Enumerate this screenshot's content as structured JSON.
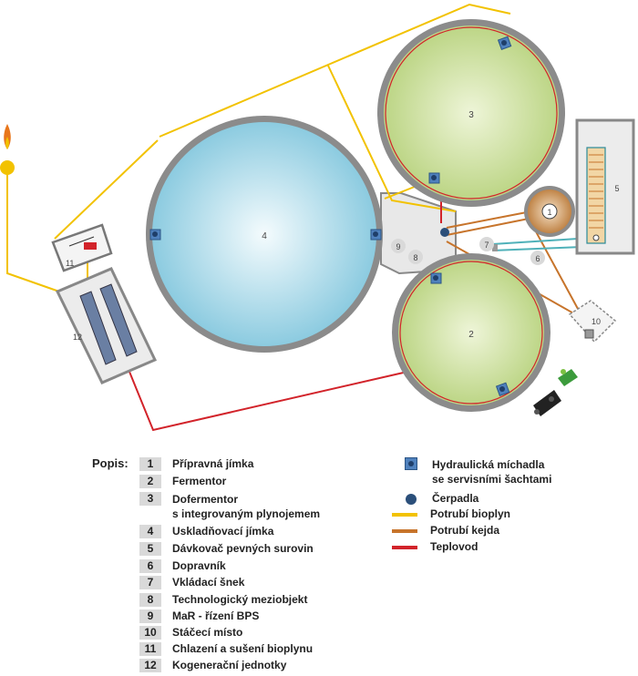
{
  "diagram": {
    "labels": {
      "n1": "1",
      "n2": "2",
      "n3": "3",
      "n4": "4",
      "n5": "5",
      "n6": "6",
      "n7": "7",
      "n8": "8",
      "n9": "9",
      "n10": "10",
      "n11": "11",
      "n12": "12"
    },
    "colors": {
      "fermenter_fill": "#c6dc8e",
      "storage_fill": "#9fd3e6",
      "tank_rim": "#7d7d7d",
      "heat_line": "#d2232a",
      "biogas_line": "#f2c200",
      "slurry_line": "#c7742b",
      "prep_tank_fill": "#c8935a",
      "building_fill": "#ececec"
    }
  },
  "legend": {
    "heading": "Popis:",
    "items": [
      {
        "num": "1",
        "text": "Přípravná jímka"
      },
      {
        "num": "2",
        "text": "Fermentor"
      },
      {
        "num": "3",
        "text": "Dofermentor",
        "text2": "s integrovaným plynojemem"
      },
      {
        "num": "4",
        "text": "Uskladňovací jímka"
      },
      {
        "num": "5",
        "text": "Dávkovač pevných surovin"
      },
      {
        "num": "6",
        "text": "Dopravník"
      },
      {
        "num": "7",
        "text": "Vkládací šnek"
      },
      {
        "num": "8",
        "text": "Technologický meziobjekt"
      },
      {
        "num": "9",
        "text": "MaR - řízení BPS"
      },
      {
        "num": "10",
        "text": "Stáčecí místo"
      },
      {
        "num": "11",
        "text": "Chlazení a sušení bioplynu"
      },
      {
        "num": "12",
        "text": "Kogenerační jednotky"
      }
    ],
    "symbols": [
      {
        "text": "Hydraulická míchadla",
        "text2": "se servisními šachtami",
        "icon": "mixer-icon"
      },
      {
        "text": "Čerpadla",
        "icon": "pump-icon"
      },
      {
        "text": "Potrubí bioplyn",
        "color": "#f2c200"
      },
      {
        "text": "Potrubí kejda",
        "color": "#c7742b"
      },
      {
        "text": "Teplovod",
        "color": "#d2232a"
      }
    ]
  }
}
